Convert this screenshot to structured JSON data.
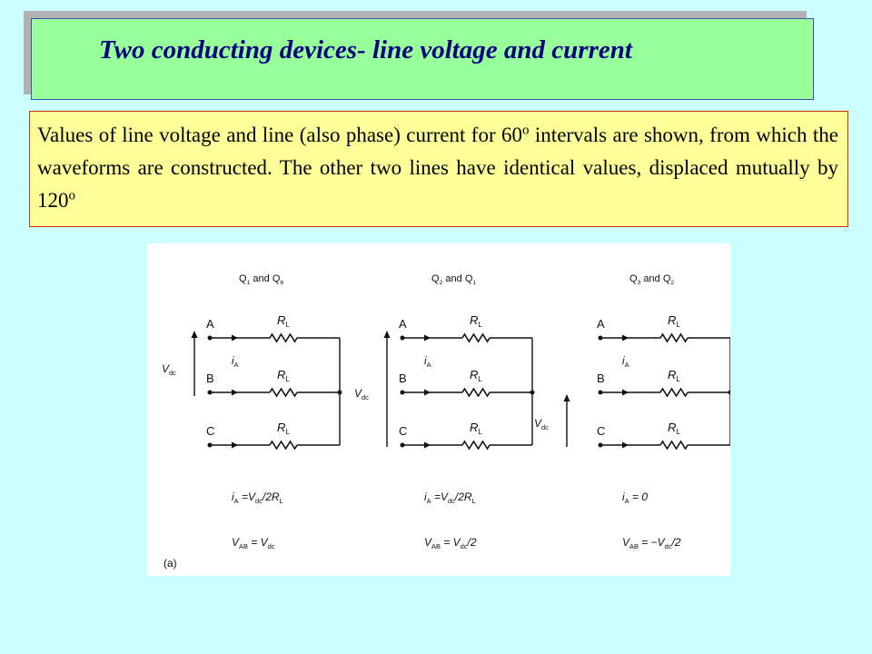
{
  "slide": {
    "title": "Two conducting devices- line voltage and current",
    "description": {
      "before_sup1": "Values of line voltage and line (also phase) current for 60",
      "sup1": "o",
      "after_sup1": " intervals are shown, from which the waveforms are constructed. The other two lines have identical values, displaced mutually by 120",
      "sup2": "o"
    }
  },
  "figure": {
    "panel_label": "(a)",
    "line_labels": [
      "A",
      "B",
      "C"
    ],
    "resistor_label_main": "R",
    "resistor_label_sub": "L",
    "current_label_main": "i",
    "current_label_sub": "A",
    "source_label_main": "V",
    "source_label_sub": "dc",
    "panels": [
      {
        "header": {
          "q1": "Q",
          "q1_sub": "1",
          "mid": " and Q",
          "q2_sub": "6"
        },
        "eq_current": {
          "a": "i",
          "a_sub": "A",
          "b": " =V",
          "b_sub": "dc",
          "c": "/2R",
          "c_sub": "L"
        },
        "eq_voltage": {
          "a": "V",
          "a_sub": "AB",
          "b": " = V",
          "b_sub": "dc",
          "c": ""
        }
      },
      {
        "header": {
          "q1": "Q",
          "q1_sub": "2",
          "mid": " and Q",
          "q2_sub": "1"
        },
        "eq_current": {
          "a": "i",
          "a_sub": "A",
          "b": " =V",
          "b_sub": "dc",
          "c": "/2R",
          "c_sub": "L"
        },
        "eq_voltage": {
          "a": "V",
          "a_sub": "AB",
          "b": " = V",
          "b_sub": "dc",
          "c": "/2"
        }
      },
      {
        "header": {
          "q1": "Q",
          "q1_sub": "3",
          "mid": " and Q",
          "q2_sub": "2"
        },
        "eq_current": {
          "a": "i",
          "a_sub": "A",
          "b": " = 0",
          "b_sub": "",
          "c": "",
          "c_sub": ""
        },
        "eq_voltage": {
          "a": "V",
          "a_sub": "AB",
          "b": " = −V",
          "b_sub": "dc",
          "c": "/2"
        }
      }
    ]
  }
}
